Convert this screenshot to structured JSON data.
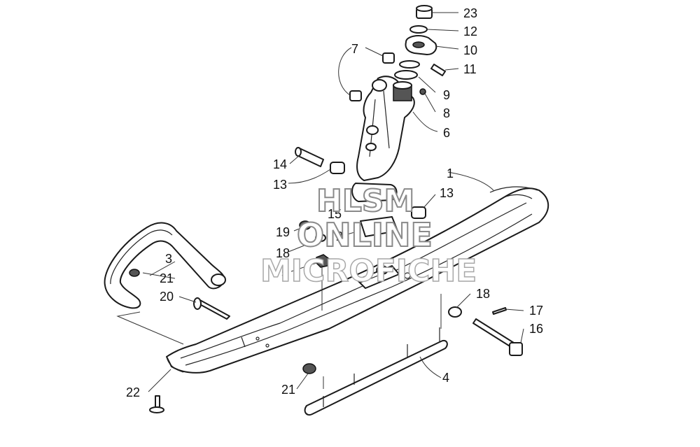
{
  "callouts": [
    {
      "id": "c23",
      "label": "23"
    },
    {
      "id": "c12",
      "label": "12"
    },
    {
      "id": "c10",
      "label": "10"
    },
    {
      "id": "c11",
      "label": "11"
    },
    {
      "id": "c7",
      "label": "7"
    },
    {
      "id": "c9",
      "label": "9"
    },
    {
      "id": "c8",
      "label": "8"
    },
    {
      "id": "c6",
      "label": "6"
    },
    {
      "id": "c1",
      "label": "1"
    },
    {
      "id": "c13a",
      "label": "13"
    },
    {
      "id": "c14",
      "label": "14"
    },
    {
      "id": "c13b",
      "label": "13"
    },
    {
      "id": "c15",
      "label": "15"
    },
    {
      "id": "c2",
      "label": "2"
    },
    {
      "id": "c19",
      "label": "19"
    },
    {
      "id": "c18a",
      "label": "18"
    },
    {
      "id": "c5",
      "label": "5"
    },
    {
      "id": "c3",
      "label": "3"
    },
    {
      "id": "c21a",
      "label": "21"
    },
    {
      "id": "c20",
      "label": "20"
    },
    {
      "id": "c18b",
      "label": "18"
    },
    {
      "id": "c17",
      "label": "17"
    },
    {
      "id": "c16",
      "label": "16"
    },
    {
      "id": "c4",
      "label": "4"
    },
    {
      "id": "c22",
      "label": "22"
    },
    {
      "id": "c21b",
      "label": "21"
    }
  ],
  "watermark": {
    "line1": "HLSM",
    "line2": "ONLINE",
    "line3": "MICROFICHE"
  }
}
